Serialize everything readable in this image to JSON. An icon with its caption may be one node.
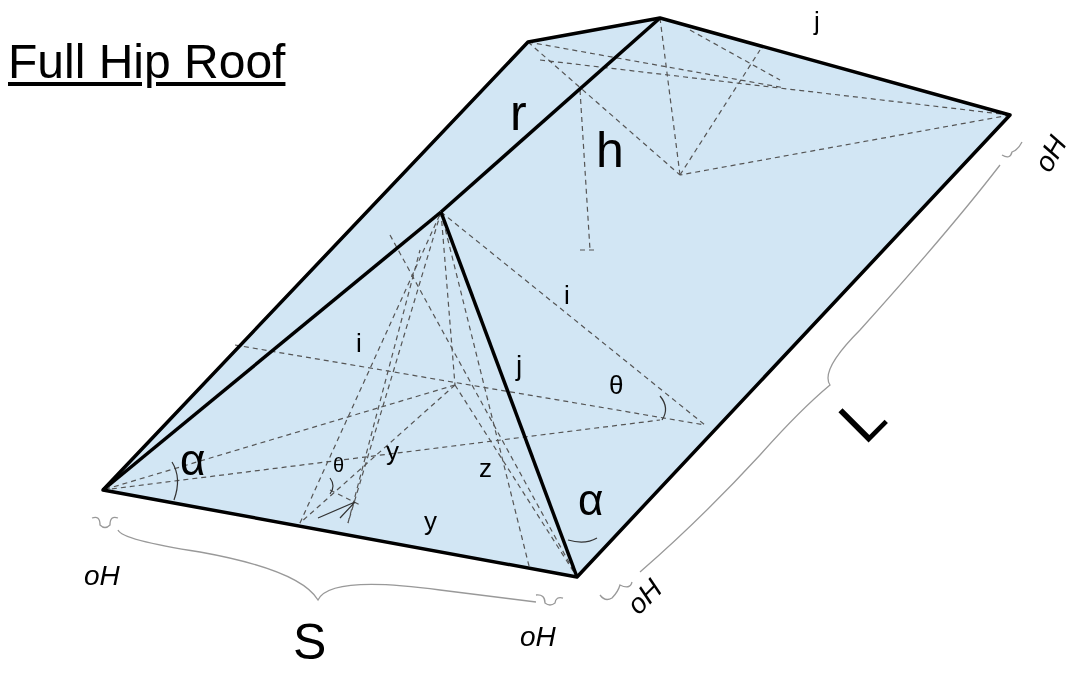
{
  "diagram": {
    "title": "Full Hip Roof",
    "labels": [
      "j",
      "r",
      "h",
      "oH",
      "i",
      "i",
      "j",
      "θ",
      "L",
      "α",
      "θ",
      "y",
      "z",
      "α",
      "y",
      "oH",
      "S",
      "oH",
      "oH"
    ]
  }
}
